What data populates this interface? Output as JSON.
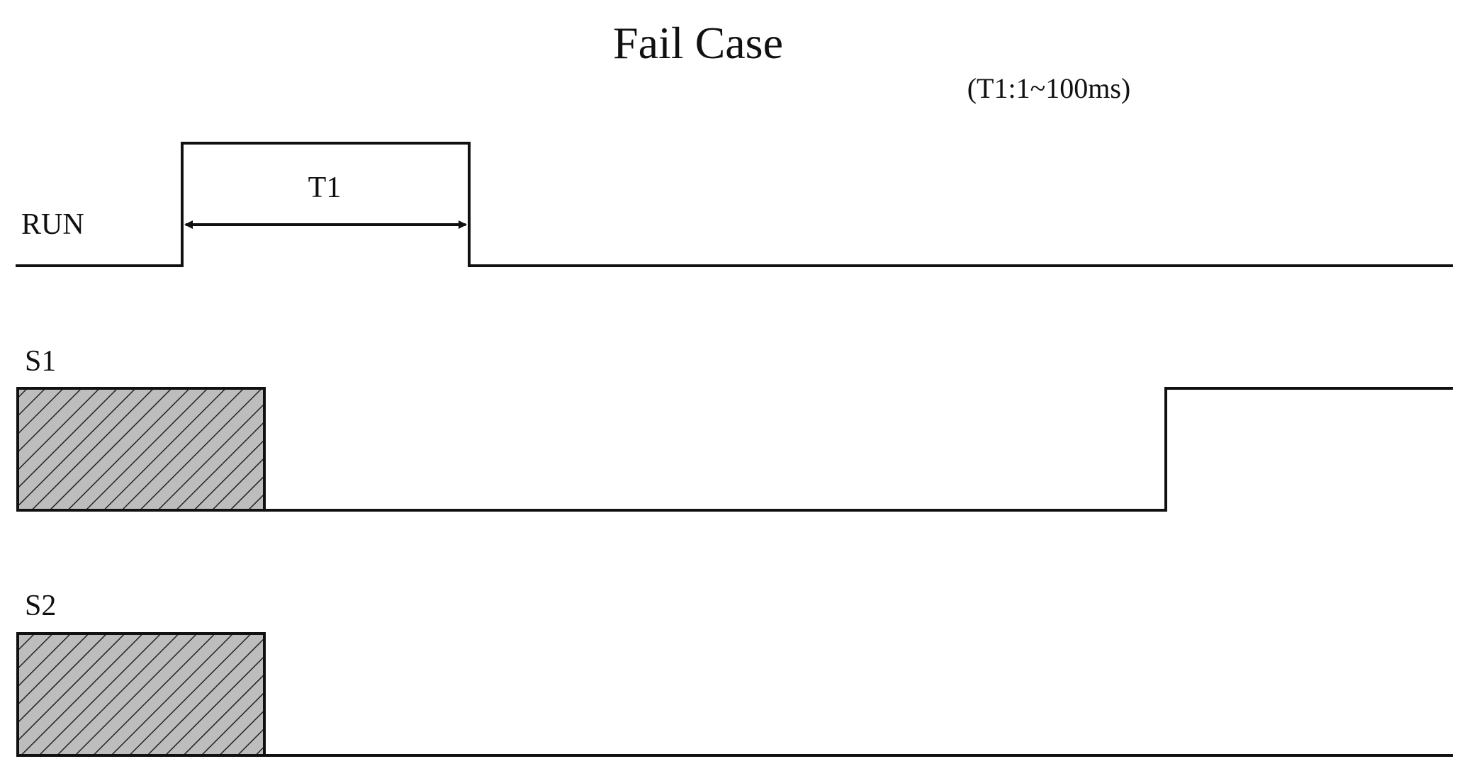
{
  "title": "Fail Case",
  "note": "(T1:1~100ms)",
  "colors": {
    "line": "#111111",
    "hatch_fill": "#bdbdbd",
    "hatch_stroke": "#222222",
    "background": "#ffffff"
  },
  "signals": [
    {
      "name": "RUN",
      "label": "RUN"
    },
    {
      "name": "S1",
      "label": "S1"
    },
    {
      "name": "S2",
      "label": "S2"
    }
  ],
  "annotations": {
    "t1_label": "T1"
  }
}
